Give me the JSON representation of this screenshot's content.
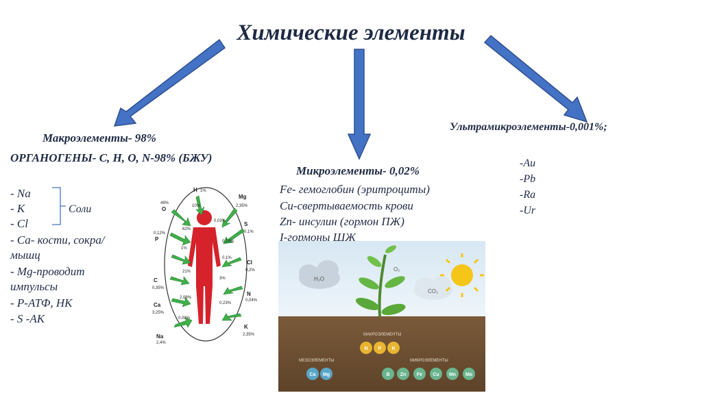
{
  "title": "Химические элементы",
  "macro": {
    "heading": "Макроэлементы- 98%",
    "organogens": "ОРГАНОГЕНЫ- C, H, O, N-98% (БЖУ)",
    "salts_label": "Соли",
    "items": [
      "-  Na",
      "-  K",
      "-  Cl",
      "-  Ca- кости, сокра/",
      "    мышц",
      "-  Mg-проводит",
      "    импульсы",
      "-  P-АТФ, НК",
      "-  S -АК"
    ]
  },
  "micro": {
    "heading": "Микроэлементы- 0,02%",
    "items": [
      "Fe- гемоглобин (эритроциты)",
      "Cu-свертываемость крови",
      "Zn- инсулин (гормон ПЖ)",
      "I-гормоны ЩЖ"
    ]
  },
  "ultra": {
    "heading": "Ультрамикроэлементы-0,001%;",
    "items": [
      "-Au",
      "-Pb",
      "-Ra",
      "-Ur"
    ]
  },
  "body_figure": {
    "labels": [
      {
        "el": "H",
        "pct": "1%"
      },
      {
        "el": "Mg",
        "pct": "2,35%"
      },
      {
        "el": "O",
        "pct": "49%"
      },
      {
        "el": "S",
        "pct": "0,1%"
      },
      {
        "el": "P",
        "pct": "0,12%"
      },
      {
        "el": "Cl",
        "pct": "0,2%"
      },
      {
        "el": "C",
        "pct": "0,35%"
      },
      {
        "el": "N",
        "pct": "0,04%"
      },
      {
        "el": "Ca",
        "pct": "3,25%"
      },
      {
        "el": "K",
        "pct": "2,35%"
      },
      {
        "el": "Na",
        "pct": "2,4%"
      }
    ],
    "inner": [
      "10%",
      "0,03%",
      "62%",
      "0,16%",
      "1%",
      "0,1%",
      "21%",
      "3%",
      "2,08%",
      "0,23%",
      "0,08%"
    ]
  },
  "plant_figure": {
    "h2o": "H₂O",
    "o2": "O₂",
    "co2": "CO₂",
    "macro_label": "МАКРОЭЛЕМЕНТЫ",
    "macro": [
      "N",
      "P",
      "K"
    ],
    "meso_label": "МЕЗОЭЛЕМЕНТЫ",
    "meso": [
      "Ca",
      "Mg"
    ],
    "micro_label": "МИКРОЭЛЕМЕНТЫ",
    "micro": [
      "B",
      "Zn",
      "Fe",
      "Cu",
      "Mn",
      "Mo"
    ]
  },
  "colors": {
    "arrow": "#4472c4",
    "arrow_dark": "#2f4f8f",
    "text": "#1f2a44",
    "figure_red": "#d6222b",
    "green_arrow": "#3fb04a"
  }
}
